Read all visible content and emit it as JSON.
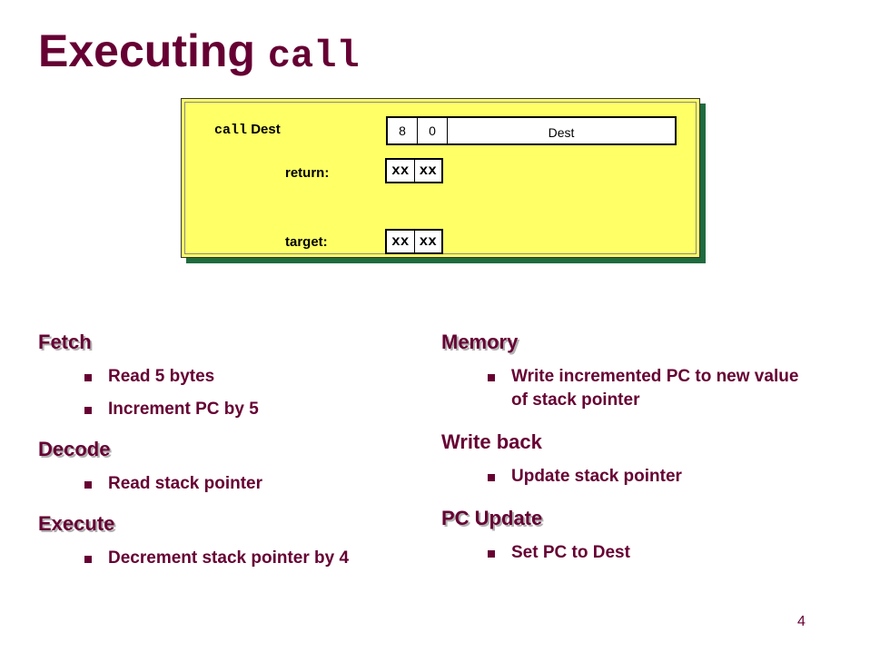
{
  "slide": {
    "title_text": "Executing ",
    "title_code": "call",
    "page_number": "4"
  },
  "panel": {
    "instr_code": "call",
    "instr_arg": "Dest",
    "enc_byte0": "8",
    "enc_byte1": "0",
    "enc_dest": "Dest",
    "return_label": "return:",
    "target_label": "target:",
    "return_bytes": [
      "xx",
      "xx"
    ],
    "target_bytes": [
      "xx",
      "xx"
    ]
  },
  "left": {
    "fetch_head": "Fetch",
    "fetch_items": [
      "Read 5 bytes",
      "Increment PC by 5"
    ],
    "decode_head": "Decode",
    "decode_items": [
      "Read stack pointer"
    ],
    "execute_head": "Execute",
    "execute_items": [
      "Decrement stack pointer by 4"
    ]
  },
  "right": {
    "memory_head": "Memory",
    "memory_items": [
      "Write incremented PC to new value of stack pointer"
    ],
    "writeback_head": "Write back",
    "writeback_items": [
      "Update stack pointer"
    ],
    "pcupdate_head": "PC Update",
    "pcupdate_items": [
      "Set PC to Dest"
    ]
  },
  "colors": {
    "title": "#660033",
    "panel_bg": "#ffff66",
    "panel_shadow": "#1f6b3f"
  }
}
